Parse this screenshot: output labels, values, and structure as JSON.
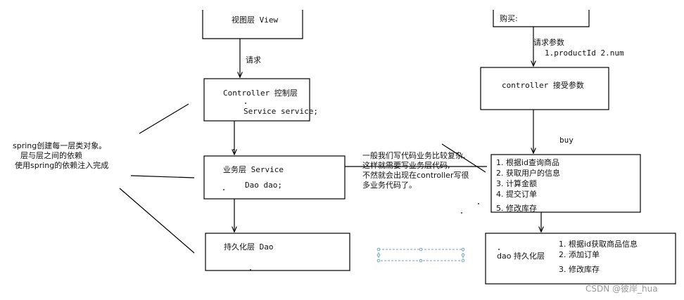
{
  "left_column": {
    "view_box": "视图层 View",
    "request_label": "请求",
    "controller_box": "Controller 控制层",
    "controller_field": "Service service;",
    "service_box": "业务层 Service",
    "service_field": "Dao dao;",
    "dao_box": "持久化层 Dao"
  },
  "side_note": {
    "line1": "spring创建每一层类对象。",
    "line2": "层与层之间的依赖",
    "line3": "使用spring的依赖注入完成"
  },
  "middle_note": {
    "line1": "一般我们写代码业务比较复杂,",
    "line2": "这样就需要写业务层代码,",
    "line3": "不然就会出现在controller写很",
    "line4": "多业务代码了。"
  },
  "right_column": {
    "buy_box": "购买:",
    "params_label": "请求参数",
    "params_values": "1.productId  2.num",
    "controller_box": "controller 接受参数",
    "buy_label": "buy",
    "service_steps": [
      "1. 根据id查询商品",
      "2. 获取用户的信息",
      "3. 计算金额",
      "4. 提交订单",
      "5. 修改库存"
    ],
    "dao_box": "dao 持久化层",
    "dao_steps": [
      "1. 根据id获取商品信息",
      "2. 添加订单",
      "3. 修改库存"
    ]
  },
  "watermark": "CSDN @彼岸_hua",
  "colors": {
    "line": "#000000",
    "selection": "#6fa3d8",
    "watermark": "#9a9a9a"
  }
}
